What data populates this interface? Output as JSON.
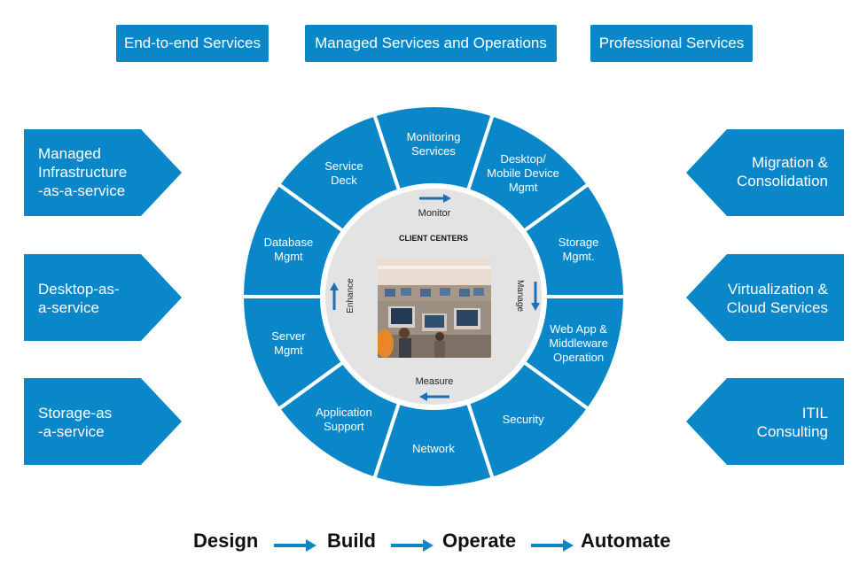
{
  "top_services": [
    {
      "label": "End-to-end Services"
    },
    {
      "label": "Managed Services and Operations"
    },
    {
      "label": "Professional Services"
    }
  ],
  "left_offerings": [
    {
      "label": "Managed\nInfrastructure\n-as-a-service"
    },
    {
      "label": "Desktop-as-\na-service"
    },
    {
      "label": "Storage-as\n-a-service"
    }
  ],
  "right_offerings": [
    {
      "label": "Migration &\nConsolidation"
    },
    {
      "label": "Virtualization &\nCloud Services"
    },
    {
      "label": "ITIL\nConsulting"
    }
  ],
  "wheel_segments": [
    {
      "label": "Monitoring\nServices"
    },
    {
      "label": "Desktop/\nMobile Device\nMgmt"
    },
    {
      "label": "Storage\nMgmt."
    },
    {
      "label": "Web App &\nMiddleware\nOperation"
    },
    {
      "label": "Security"
    },
    {
      "label": "Network"
    },
    {
      "label": "Application\nSupport"
    },
    {
      "label": "Server\nMgmt"
    },
    {
      "label": "Database\nMgmt"
    },
    {
      "label": "Service\nDeck"
    }
  ],
  "center": {
    "title": "CLIENT CENTERS",
    "monitor": "Monitor",
    "manage": "Manage",
    "measure": "Measure",
    "enhance": "Enhance"
  },
  "lifecycle": [
    "Design",
    "Build",
    "Operate",
    "Automate"
  ],
  "colors": {
    "brand_blue": "#0a87c9",
    "arrow_blue": "#1f6fb5",
    "center_gray": "#e3e3e3"
  }
}
